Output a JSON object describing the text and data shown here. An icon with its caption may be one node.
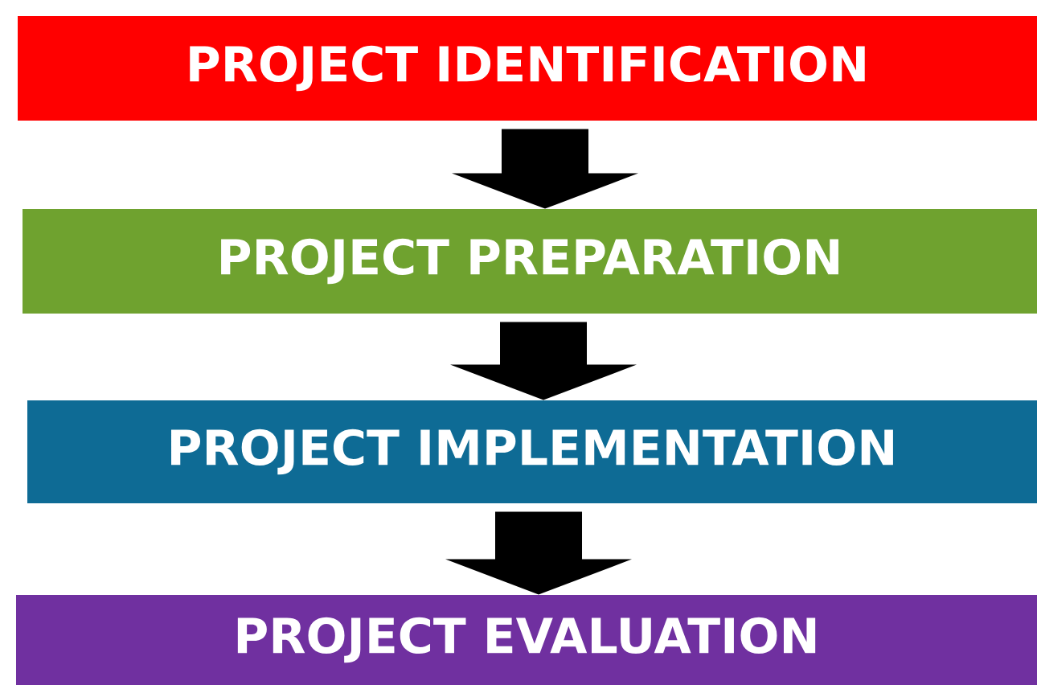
{
  "diagram": {
    "nodes": [
      {
        "text": [
          "PROJECT IDENTIFICATION"
        ]
      },
      {
        "text": [
          "PROJECT PREPARATION"
        ]
      },
      {
        "text": [
          "PROJECT IMPLEMENTATION"
        ]
      },
      {
        "text": [
          "PROJECT EVALUATION"
        ]
      }
    ],
    "edges": [
      {
        "from": 0,
        "to": 1,
        "arrow": "to"
      },
      {
        "from": 1,
        "to": 2,
        "arrow": "to"
      },
      {
        "from": 2,
        "to": 3,
        "arrow": "to"
      }
    ]
  }
}
